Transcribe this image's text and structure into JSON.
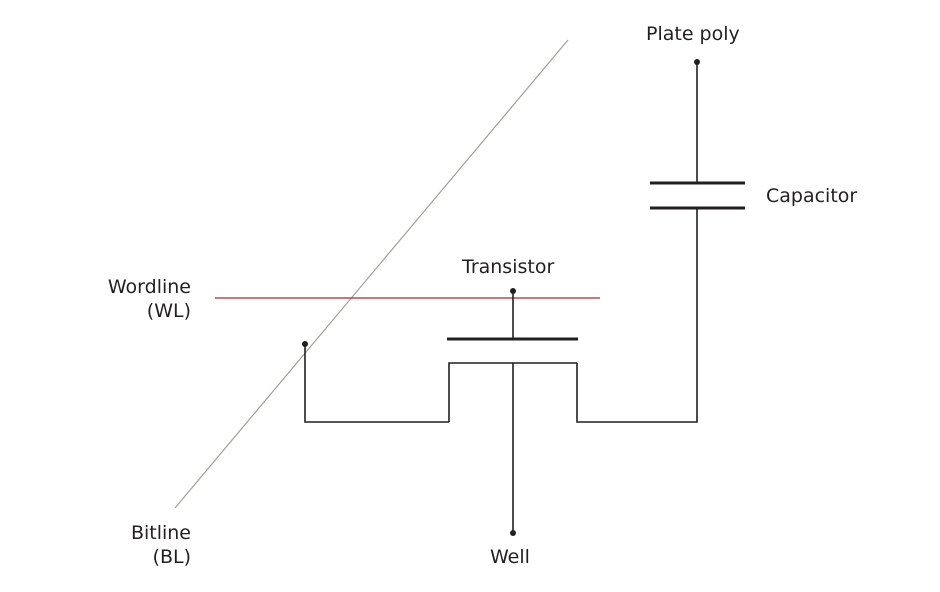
{
  "labels": {
    "plate_poly": "Plate poly",
    "capacitor": "Capacitor",
    "transistor": "Transistor",
    "wordline_1": "Wordline",
    "wordline_2": "(WL)",
    "bitline_1": "Bitline",
    "bitline_2": "(BL)",
    "well": "Well"
  },
  "colors": {
    "wire": "#231f20",
    "wordline": "#b5252b",
    "bitline": "#a39e98"
  }
}
